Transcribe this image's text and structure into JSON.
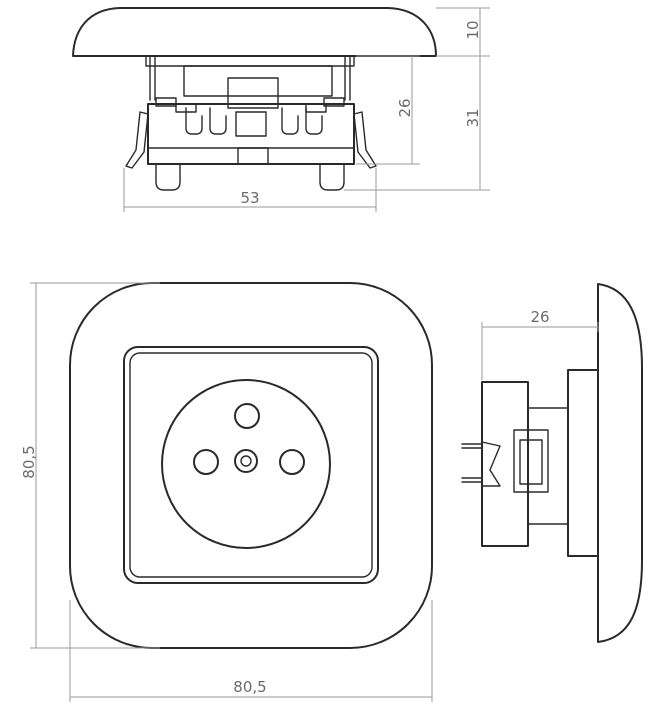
{
  "dimensions": {
    "top_cover_height": "10",
    "top_body_depth": "26",
    "top_total_depth": "31",
    "top_width": "53",
    "front_height": "80,5",
    "front_width": "80,5",
    "side_depth": "26"
  },
  "colors": {
    "outline": "#2a2a2a",
    "dimension": "#9a9a9a",
    "dimension_text": "#6b6b6b"
  }
}
